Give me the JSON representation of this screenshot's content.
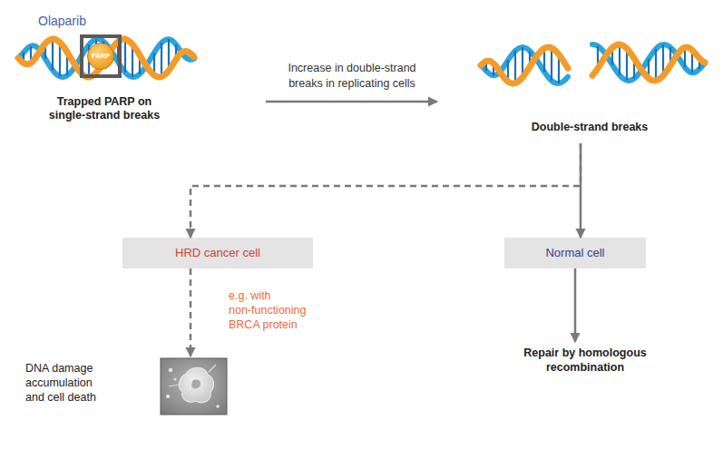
{
  "diagram": {
    "nodes": [
      {
        "text": [
          "Trapped PARP on single-strand breaks"
        ]
      },
      {
        "text": [
          "Olaparib"
        ],
        "in": 0
      },
      {
        "text": [
          "PARP"
        ],
        "in": 1
      },
      {
        "text": [
          "Double-strand breaks"
        ]
      },
      {
        "text": [
          "HRD cancer cell"
        ]
      },
      {
        "text": [
          "Normal cell"
        ]
      },
      {
        "text": [
          "DNA damage accumulation and cell death"
        ]
      },
      {
        "text": [
          "Repair by homologous recombination"
        ]
      }
    ],
    "edges": [
      {
        "from": 0,
        "to": 3,
        "label": "Increase in double-strand breaks in replicating cells",
        "arrow": "to"
      },
      {
        "from": 3,
        "to": 4,
        "arrow": "to"
      },
      {
        "from": 3,
        "to": 5,
        "arrow": "to"
      },
      {
        "from": 4,
        "to": 6,
        "label": "e.g. with non-functioning BRCA protein",
        "arrow": "to"
      },
      {
        "from": 5,
        "to": 7,
        "arrow": "to"
      }
    ]
  }
}
